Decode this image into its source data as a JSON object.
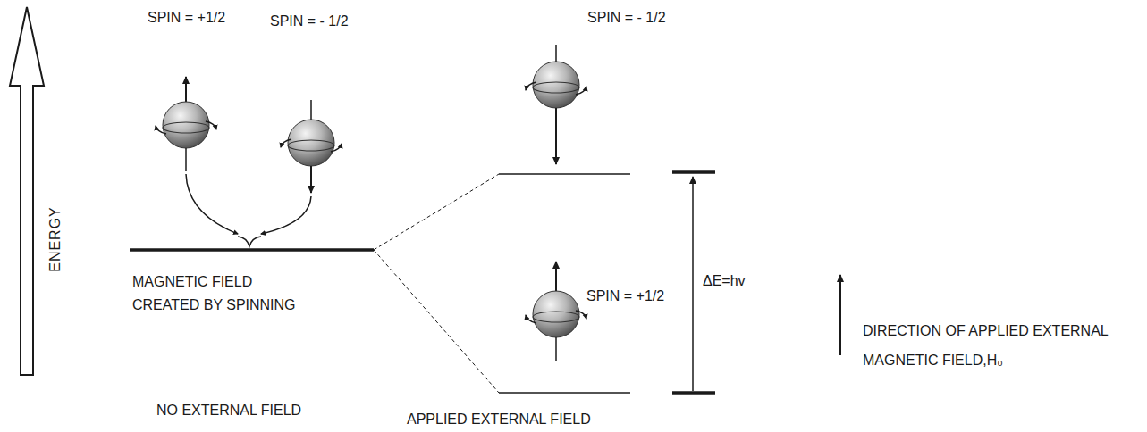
{
  "diagram": {
    "labels": [
      "SPIN = +1/2",
      "SPIN = - 1/2",
      "SPIN = - 1/2",
      "ENERGY",
      "MAGNETIC FIELD CREATED BY SPINNING",
      "SPIN = +1/2",
      "ΔE=hv",
      "DIRECTION OF APPLIED EXTERNAL MAGNETIC FIELD,H₀",
      "NO EXTERNAL FIELD",
      "APPLIED EXTERNAL FIELD"
    ]
  }
}
